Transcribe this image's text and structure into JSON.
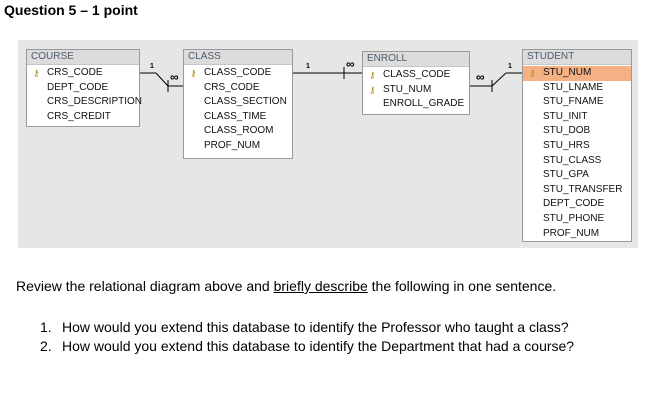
{
  "header": {
    "title": "Question 5 – 1 point"
  },
  "diagram": {
    "tables": [
      {
        "id": "course",
        "title": "COURSE",
        "fields": [
          {
            "name": "CRS_CODE",
            "key": true
          },
          {
            "name": "DEPT_CODE",
            "key": false
          },
          {
            "name": "CRS_DESCRIPTION",
            "key": false
          },
          {
            "name": "CRS_CREDIT",
            "key": false
          }
        ]
      },
      {
        "id": "class",
        "title": "CLASS",
        "fields": [
          {
            "name": "CLASS_CODE",
            "key": true
          },
          {
            "name": "CRS_CODE",
            "key": false
          },
          {
            "name": "CLASS_SECTION",
            "key": false
          },
          {
            "name": "CLASS_TIME",
            "key": false
          },
          {
            "name": "CLASS_ROOM",
            "key": false
          },
          {
            "name": "PROF_NUM",
            "key": false
          }
        ]
      },
      {
        "id": "enroll",
        "title": "ENROLL",
        "fields": [
          {
            "name": "CLASS_CODE",
            "key": true
          },
          {
            "name": "STU_NUM",
            "key": true
          },
          {
            "name": "ENROLL_GRADE",
            "key": false
          }
        ]
      },
      {
        "id": "student",
        "title": "STUDENT",
        "fields": [
          {
            "name": "STU_NUM",
            "key": true,
            "highlight": true
          },
          {
            "name": "STU_LNAME",
            "key": false
          },
          {
            "name": "STU_FNAME",
            "key": false
          },
          {
            "name": "STU_INIT",
            "key": false
          },
          {
            "name": "STU_DOB",
            "key": false
          },
          {
            "name": "STU_HRS",
            "key": false
          },
          {
            "name": "STU_CLASS",
            "key": false
          },
          {
            "name": "STU_GPA",
            "key": false
          },
          {
            "name": "STU_TRANSFER",
            "key": false
          },
          {
            "name": "DEPT_CODE",
            "key": false
          },
          {
            "name": "STU_PHONE",
            "key": false
          },
          {
            "name": "PROF_NUM",
            "key": false
          }
        ]
      }
    ],
    "relationships": [
      {
        "from": "course",
        "to": "class",
        "one_label": "1",
        "many_label": "∞"
      },
      {
        "from": "class",
        "to": "enroll",
        "one_label": "1",
        "many_label": "∞"
      },
      {
        "from": "student",
        "to": "enroll",
        "one_label": "1",
        "many_label": "∞"
      }
    ],
    "colors": {
      "background": "#e6e6e6",
      "title_bar": "#dcdcdc",
      "highlight": "#f4b183",
      "key": "#b38f1a"
    },
    "icons": {
      "primary_key": "key-icon"
    }
  },
  "review": {
    "prefix": "Review the relational diagram above and ",
    "underlined": "briefly describe",
    "suffix": " the following in one sentence."
  },
  "questions": [
    {
      "number": "1.",
      "text": "How would you extend this database to identify the Professor who taught a class?"
    },
    {
      "number": "2.",
      "text": "How would you extend this database to identify the Department that had a course?"
    }
  ]
}
